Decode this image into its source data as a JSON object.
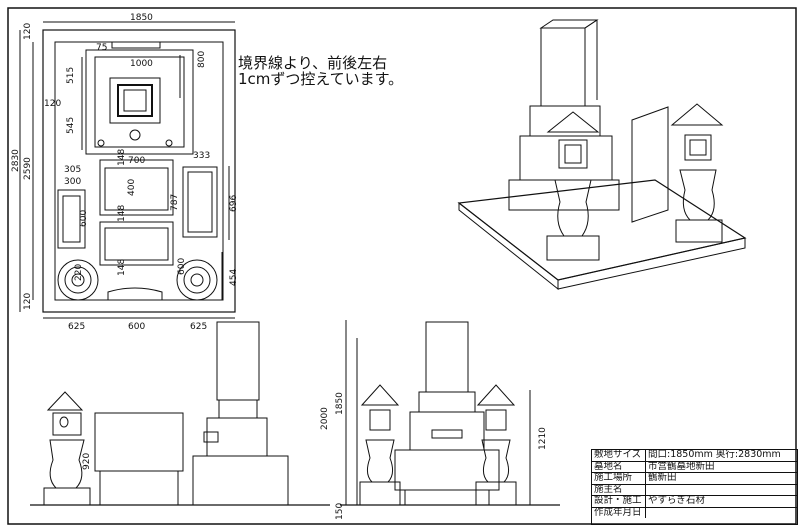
{
  "note": {
    "line1": "境界線より、前後左右",
    "line2": "1cmずつ控えています。"
  },
  "plan": {
    "width_total": "1850",
    "height_total": "2830",
    "height_inner": "2590",
    "top_margin": "120",
    "bottom_margin": "120",
    "d75": "75",
    "d1000": "1000",
    "d800": "800",
    "d515": "515",
    "d120": "120",
    "d545": "545",
    "d148a": "148",
    "d700": "700",
    "d333": "333",
    "d305": "305",
    "d300": "300",
    "d400": "400",
    "d787": "787",
    "d696": "696",
    "d600": "600",
    "d148b": "148",
    "d148c": "148",
    "d220": "220",
    "d600b": "600",
    "d454": "454",
    "bottom_left": "625",
    "bottom_mid": "600",
    "bottom_right": "625"
  },
  "elevation": {
    "d920": "920",
    "d2000": "2000",
    "d1850": "1850",
    "d150": "150",
    "d1210": "1210"
  },
  "title_block": {
    "rows": [
      {
        "label": "敷地サイズ",
        "value": "間口:1850mm 奥行:2830mm"
      },
      {
        "label": "墓地名",
        "value": "市営鶴墓地新田"
      },
      {
        "label": "施工場所",
        "value": "鶴新田"
      },
      {
        "label": "施主名",
        "value": ""
      },
      {
        "label": "設計・施工",
        "value": "やすらぎ石材"
      },
      {
        "label": "作成年月日",
        "value": ""
      }
    ]
  }
}
